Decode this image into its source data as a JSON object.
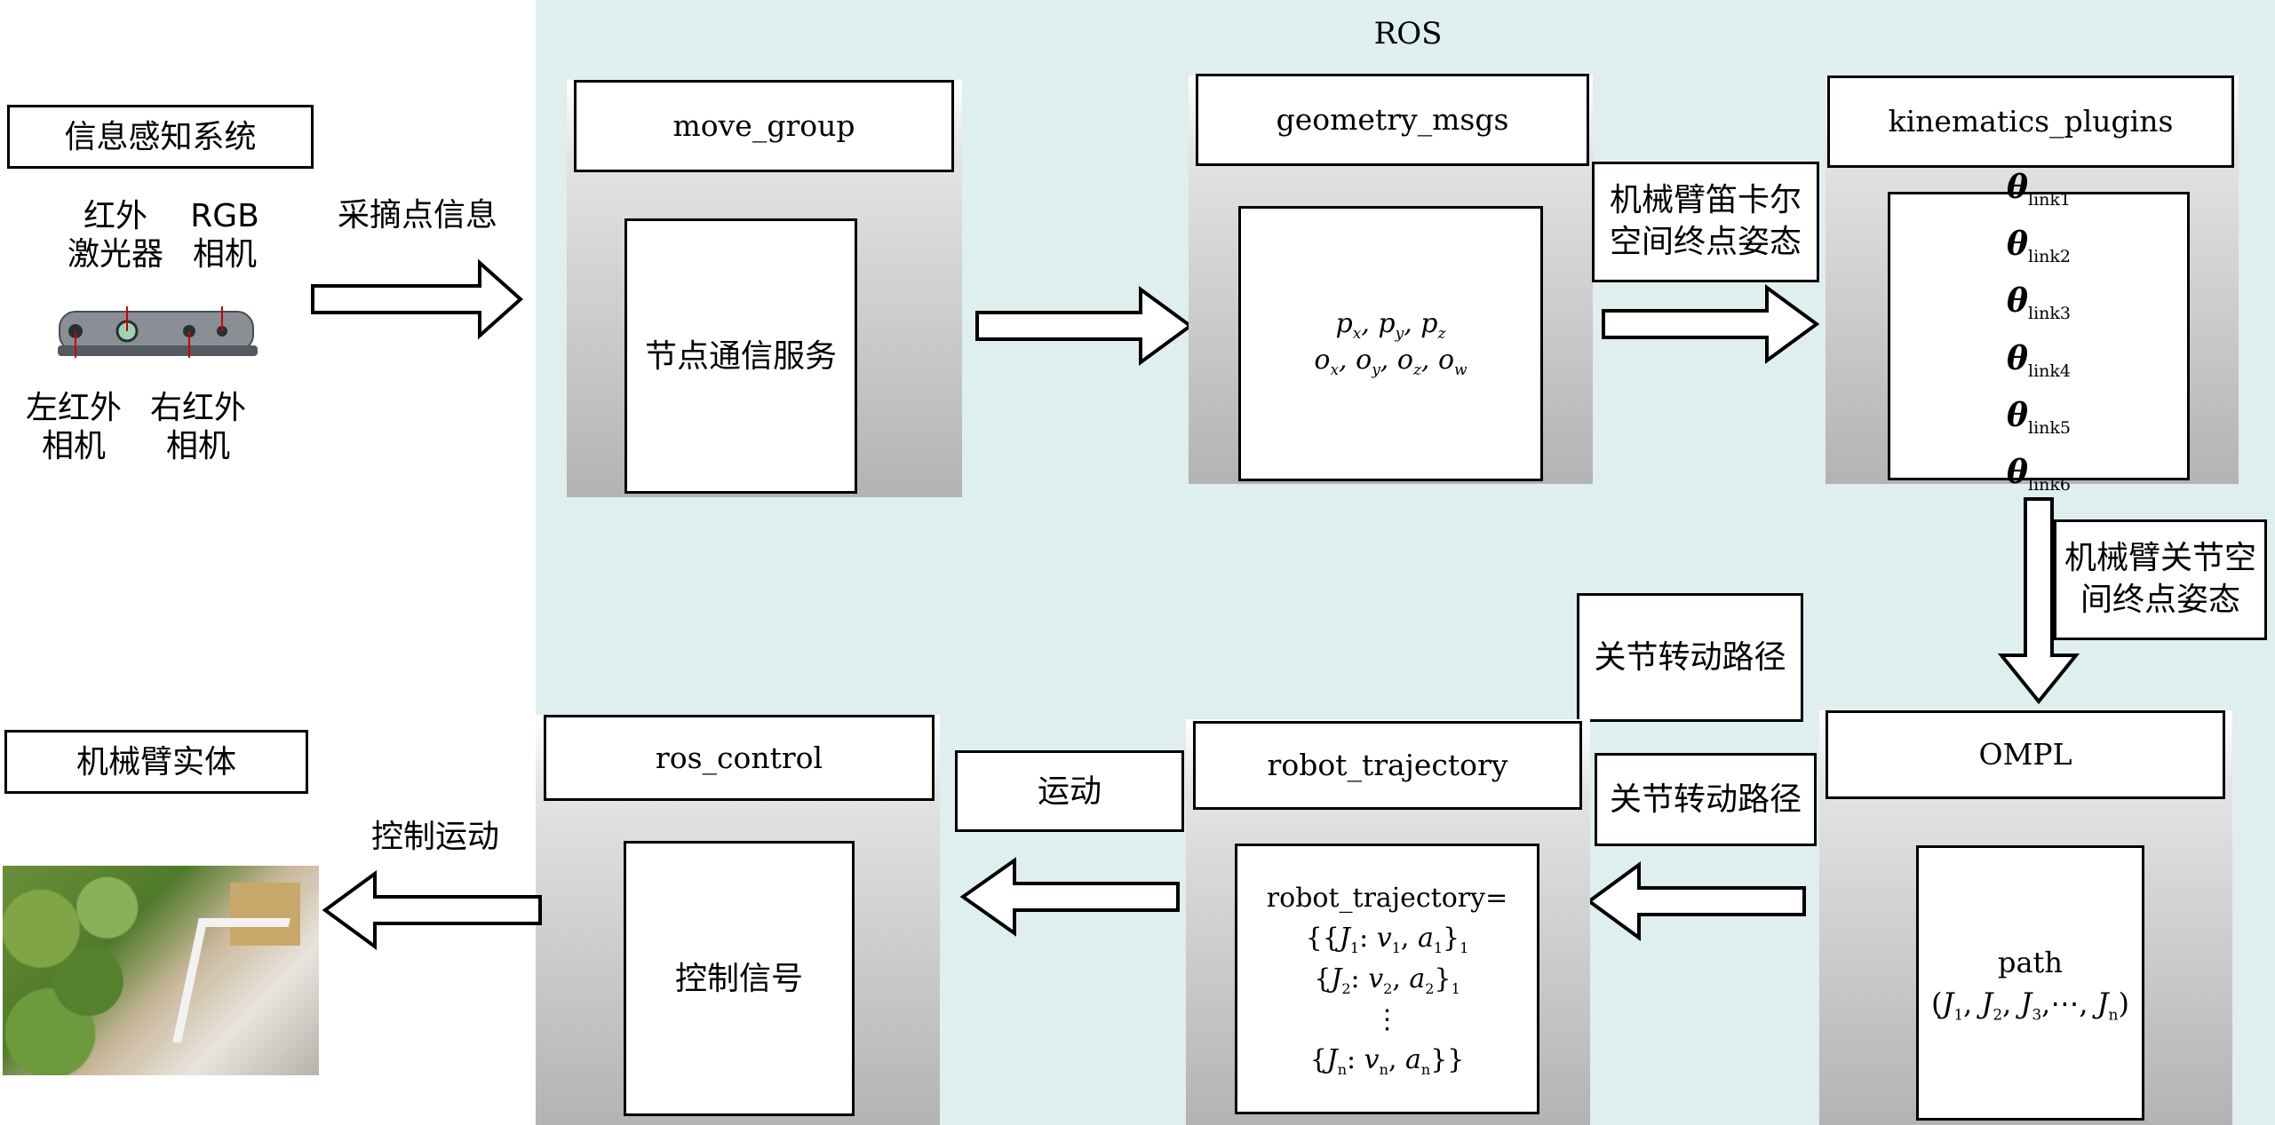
{
  "ros_label": "ROS",
  "left": {
    "perception_title": "信息感知系统",
    "camera_labels": {
      "ir_laser": "红外\n激光器",
      "rgb": "RGB\n相机",
      "left_ir": "左红外\n相机",
      "right_ir": "右红外\n相机"
    },
    "pick_label": "采摘点信息",
    "arm_title": "机械臂实体",
    "control_motion_label": "控制运动"
  },
  "nodes": {
    "move_group": {
      "title": "move_group",
      "content": "节点通信服务"
    },
    "geometry_msgs": {
      "title": "geometry_msgs",
      "line1": "p_x, p_y, p_z",
      "line2": "o_x, o_y, o_z, o_w"
    },
    "kinematics_plugins": {
      "title": "kinematics_plugins",
      "thetas": [
        "link1",
        "link2",
        "link3",
        "link4",
        "link5",
        "link6"
      ]
    },
    "ompl": {
      "title": "OMPL",
      "line1": "path",
      "line2": "(J1, J2, J3,⋯, Jn)"
    },
    "robot_trajectory": {
      "title": "robot_trajectory",
      "line1": "robot_trajectory=",
      "line2": "{{J1: v1, a1}1",
      "line3": "{J2: v2, a2}1",
      "line4": "⋮",
      "line5": "{Jn: vn, an}}"
    },
    "ros_control": {
      "title": "ros_control",
      "content": "控制信号"
    }
  },
  "edge_labels": {
    "cartesian": "机械臂笛卡尔\n空间终点姿态",
    "joint_space": "机械臂关节空\n间终点姿态",
    "joint_path_top": "关节转动路径",
    "joint_path_mid": "关节转动路径",
    "motion": "运动"
  }
}
